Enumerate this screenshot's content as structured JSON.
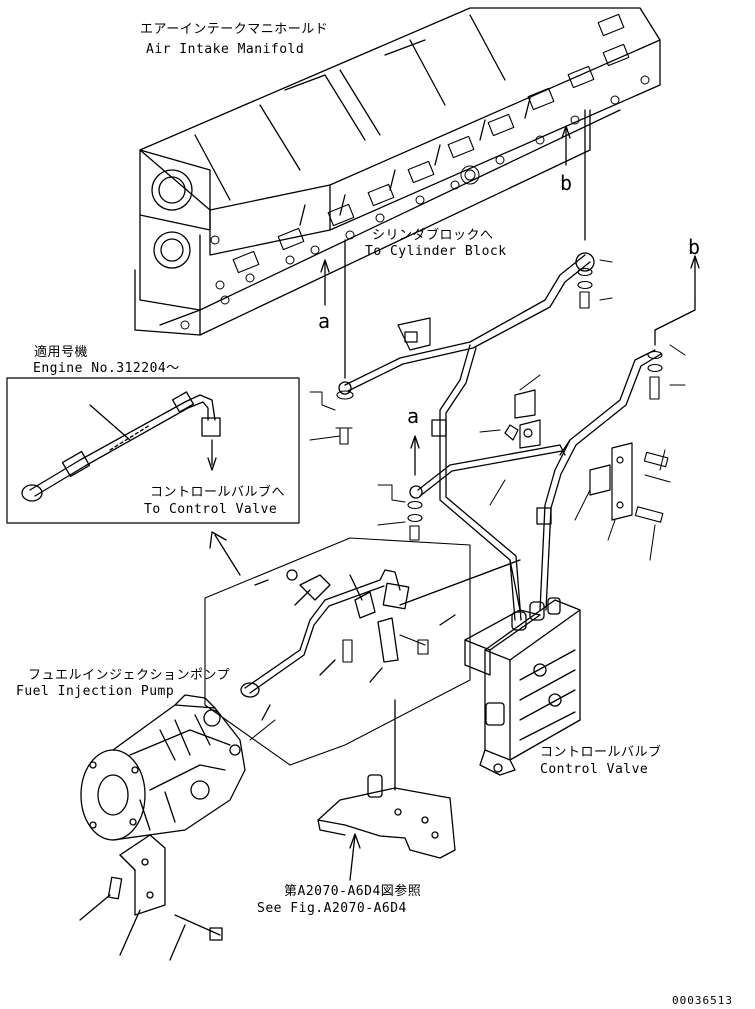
{
  "labels": {
    "manifold_jp": "エアーインテークマニホールド",
    "manifold_en": "Air Intake Manifold",
    "cylinder_jp": "シリンダブロックへ",
    "cylinder_en": "To Cylinder Block",
    "engine_no_jp": "適用号機",
    "engine_no_en": "Engine No.312204～",
    "control_to_jp": "コントロールバルブへ",
    "control_to_en": "To Control Valve",
    "pump_jp": "フュエルインジェクションポンプ",
    "pump_en": "Fuel Injection Pump",
    "cv_jp": "コントロールバルブ",
    "cv_en": "Control Valve",
    "see_jp": "第A2070-A6D4図参照",
    "see_en": "See Fig.A2070-A6D4",
    "callout_a1": "a",
    "callout_a2": "a",
    "callout_b1": "b",
    "callout_b2": "b",
    "drawing_no": "00036513"
  }
}
